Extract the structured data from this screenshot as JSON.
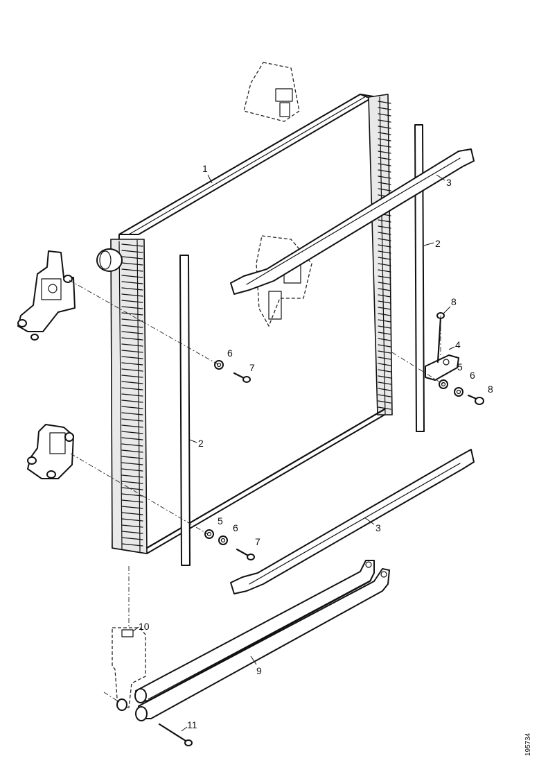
{
  "callouts": {
    "radiator": "1",
    "seal_strip_right": "2",
    "seal_strip_left": "2",
    "upper_bracket": "3",
    "lower_bracket": "3",
    "mount_bracket": "4",
    "washer_left": "5",
    "spacer_left_upper": "6",
    "bolt_left_upper": "7",
    "washer_right": "5",
    "spacer_right": "6",
    "bolt_right": "8",
    "spacer_left_lower": "6",
    "bolt_left_lower": "7",
    "bolt_vertical": "8",
    "support_frame": "9",
    "support_plate": "10",
    "bolt_bottom": "11"
  },
  "document_id": "195734"
}
